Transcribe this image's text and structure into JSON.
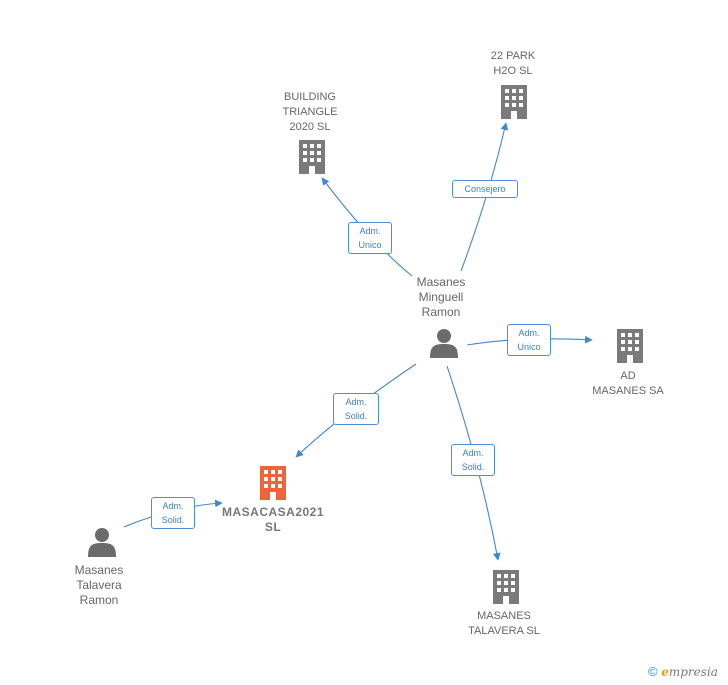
{
  "companies": {
    "park": {
      "label": "22 PARK\nH2O  SL"
    },
    "building": {
      "label": "BUILDING\nTRIANGLE\n2020  SL"
    },
    "ad": {
      "label": "AD\nMASANES SA"
    },
    "main": {
      "label": "MASACASA2021\nSL"
    },
    "talavera_sl": {
      "label": "MASANES\nTALAVERA  SL"
    }
  },
  "persons": {
    "minguell": {
      "label": "Masanes\nMinguell\nRamon"
    },
    "talavera": {
      "label": "Masanes\nTalavera\nRamon"
    }
  },
  "relations": {
    "consejero": {
      "label": "Consejero"
    },
    "adm_unico_building": {
      "label": "Adm.\nUnico"
    },
    "adm_unico_ad": {
      "label": "Adm.\nUnico"
    },
    "adm_solid_main": {
      "label": "Adm.\nSolid."
    },
    "adm_solid_talavera_sl": {
      "label": "Adm.\nSolid."
    },
    "adm_solid_talavera": {
      "label": "Adm.\nSolid."
    }
  },
  "colors": {
    "edge": "#3f87d6",
    "building": "#7a7a7a",
    "building_main": "#f0643a",
    "person": "#6b6b6b"
  },
  "footer": {
    "copyright": "©",
    "brand_first": "e",
    "brand_rest": "mpresia"
  }
}
